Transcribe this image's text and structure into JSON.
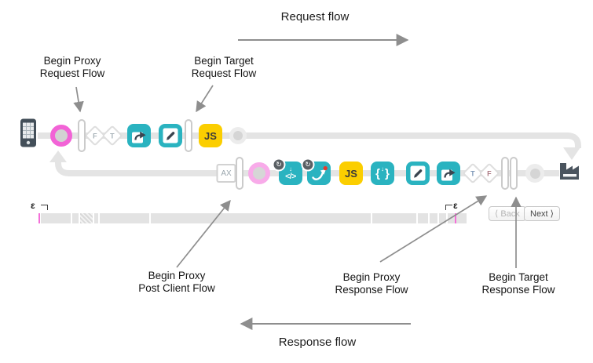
{
  "flow_labels": {
    "request": "Request flow",
    "response": "Response flow"
  },
  "annotations": {
    "proxy_request": {
      "line1": "Begin Proxy",
      "line2": "Request Flow"
    },
    "target_request": {
      "line1": "Begin Target",
      "line2": "Request Flow"
    },
    "proxy_post_client": {
      "line1": "Begin Proxy",
      "line2": "Post Client Flow"
    },
    "proxy_response": {
      "line1": "Begin Proxy",
      "line2": "Response Flow"
    },
    "target_response": {
      "line1": "Begin Target",
      "line2": "Response Flow"
    }
  },
  "request_row": {
    "condition_false": "F",
    "condition_true": "T",
    "js_policy": "JS"
  },
  "response_row": {
    "analytics": "AX",
    "loop_arrow": "↻",
    "down_arrow": "↓",
    "code_glyph": "</>",
    "js_policy": "JS",
    "brace_left": "{",
    "brace_right": "}",
    "condition_true": "T",
    "condition_false": "F"
  },
  "timeline": {
    "epsilon_left": "ε",
    "epsilon_right": "ε"
  },
  "pager": {
    "back": "⟨ Back",
    "next": "Next ⟩"
  },
  "colors": {
    "teal": "#2ab3c0",
    "js_yellow": "#fbce00",
    "pink_bright": "#f263d6",
    "pink_light": "#f8abe9",
    "track_gray": "#e4e4e4",
    "dark_slate": "#4a545e",
    "annotation_gray": "#8e8e8e"
  }
}
